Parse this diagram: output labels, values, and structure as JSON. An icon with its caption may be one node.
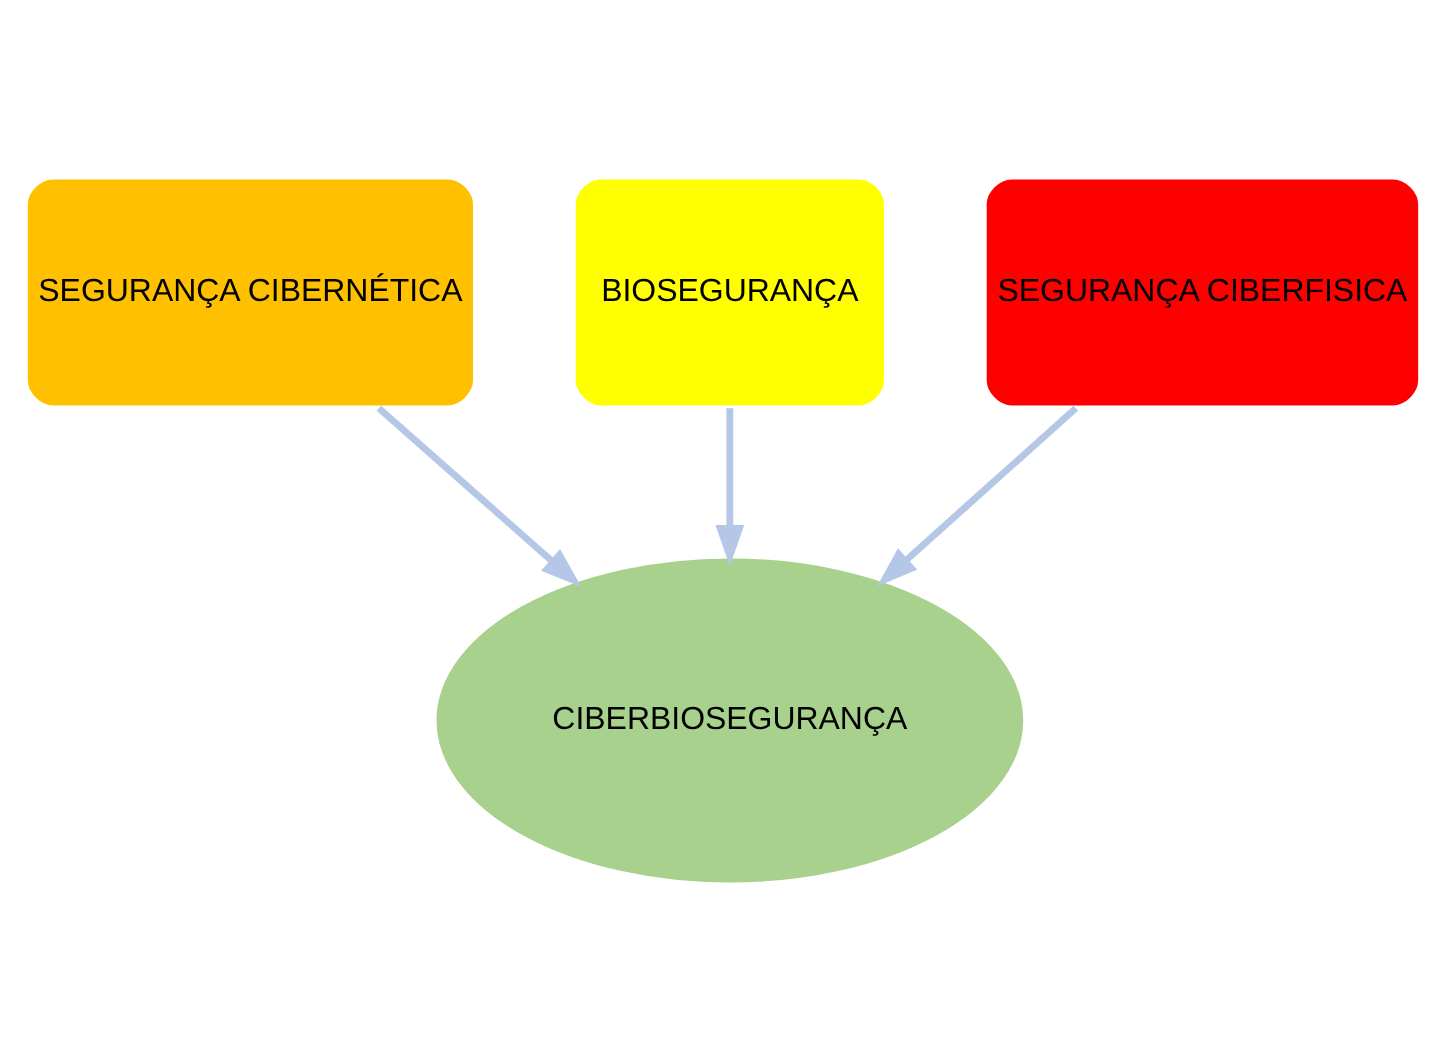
{
  "diagram": {
    "nodes": [
      {
        "text": [
          "SEGURANÇA CIBERNÉTICA"
        ]
      },
      {
        "text": [
          "BIOSEGURANÇA"
        ]
      },
      {
        "text": [
          "SEGURANÇA CIBERFISICA"
        ]
      },
      {
        "text": [
          "CIBERBIOSEGURANÇA"
        ]
      }
    ],
    "edges": [
      {
        "from": 0,
        "to": 3,
        "arrow": "to"
      },
      {
        "from": 1,
        "to": 3,
        "arrow": "to"
      },
      {
        "from": 2,
        "to": 3,
        "arrow": "to"
      }
    ]
  }
}
